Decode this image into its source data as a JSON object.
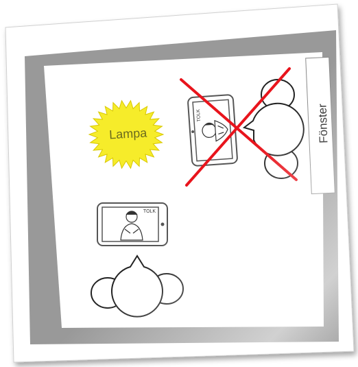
{
  "lamp": {
    "label": "Lampa",
    "color": "#f6ec2a"
  },
  "window": {
    "label": "Fönster"
  },
  "tablets": [
    {
      "label": "TOLK",
      "crossed": true
    },
    {
      "label": "TOLK",
      "crossed": false
    }
  ],
  "cross_color": "#e8141c",
  "wall_color": "#999999"
}
